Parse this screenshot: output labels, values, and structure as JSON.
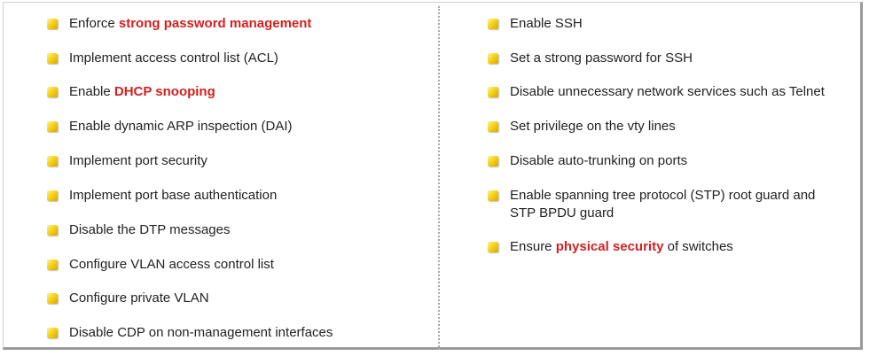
{
  "left_items": [
    {
      "before": "Enforce ",
      "highlight": "strong password management",
      "after": ""
    },
    {
      "before": "Implement access control list (ACL)",
      "highlight": "",
      "after": ""
    },
    {
      "before": "Enable ",
      "highlight": "DHCP snooping",
      "after": ""
    },
    {
      "before": "Enable dynamic ARP inspection (DAI)",
      "highlight": "",
      "after": ""
    },
    {
      "before": "Implement port security",
      "highlight": "",
      "after": ""
    },
    {
      "before": "Implement port base authentication",
      "highlight": "",
      "after": ""
    },
    {
      "before": "Disable the DTP messages",
      "highlight": "",
      "after": ""
    },
    {
      "before": "Configure VLAN access control list",
      "highlight": "",
      "after": ""
    },
    {
      "before": "Configure private VLAN",
      "highlight": "",
      "after": ""
    },
    {
      "before": "Disable CDP on non-management interfaces",
      "highlight": "",
      "after": ""
    }
  ],
  "right_items": [
    {
      "before": "Enable SSH",
      "highlight": "",
      "after": ""
    },
    {
      "before": "Set a strong password for SSH",
      "highlight": "",
      "after": ""
    },
    {
      "before": "Disable unnecessary network services such as Telnet",
      "highlight": "",
      "after": ""
    },
    {
      "before": "Set privilege on the vty lines",
      "highlight": "",
      "after": ""
    },
    {
      "before": "Disable auto-trunking on ports",
      "highlight": "",
      "after": ""
    },
    {
      "before": "Enable spanning tree protocol (STP) root guard and STP BPDU guard",
      "highlight": "",
      "after": ""
    },
    {
      "before": "Ensure ",
      "highlight": "physical security",
      "after": " of switches"
    }
  ],
  "colors": {
    "highlight": "#d42020",
    "bullet": "#f7d31a"
  },
  "icons": {
    "bullet": "yellow-square-bullet-icon"
  }
}
